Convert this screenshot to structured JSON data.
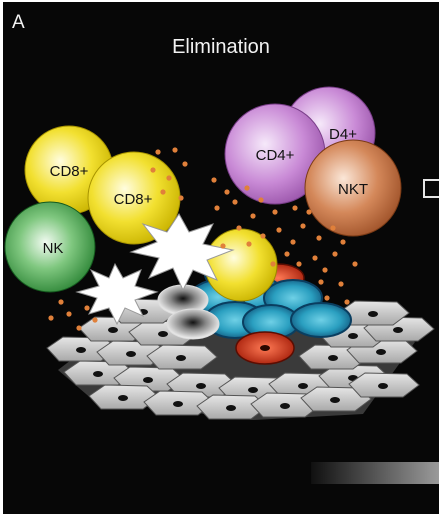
{
  "panel": {
    "letter": "A",
    "title": "Elimination"
  },
  "cells": {
    "cd8_left": "CD8+",
    "cd8_right": "CD8+",
    "nk": "NK",
    "cd4_back": "D4+",
    "cd4_front": "CD4+",
    "nkt": "NKT"
  },
  "colors": {
    "background": "#070707",
    "cd8": "#f2e030",
    "nk": "#2f8f2f",
    "cd4": "#c98ad6",
    "nkt": "#c06a30",
    "tumor_blue": "#1f8fb0",
    "tumor_red": "#c8321a",
    "cytokine_dots": "#e0803a",
    "epithelium": "#cfcfcf"
  }
}
